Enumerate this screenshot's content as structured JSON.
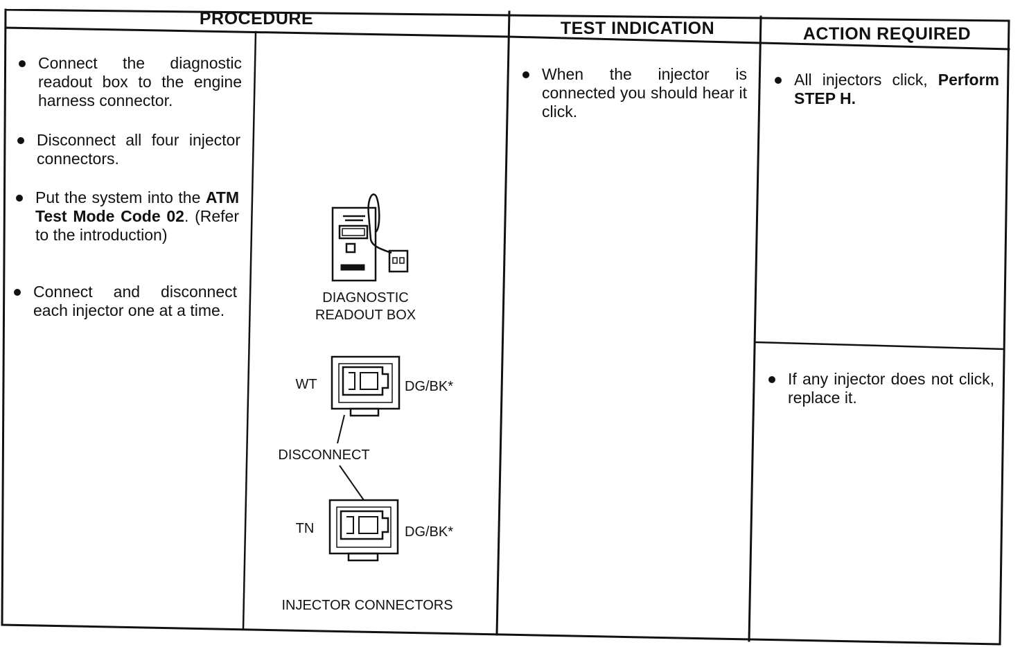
{
  "headers": {
    "procedure": "PROCEDURE",
    "test_indication": "TEST INDICATION",
    "action_required": "ACTION REQUIRED"
  },
  "procedure_steps": [
    {
      "text": "Connect the diagnostic readout box to the engine harness connector."
    },
    {
      "text": "Disconnect all four injector connectors."
    },
    {
      "pre": "Put the system into the ",
      "bold": "ATM Test Mode Code 02",
      "post": ". (Refer to the introduction)"
    },
    {
      "text": "Connect and disconnect each injector one at a time."
    }
  ],
  "diagram": {
    "readout_label_line1": "DIAGNOSTIC",
    "readout_label_line2": "READOUT BOX",
    "connector1_left": "WT",
    "connector1_right": "DG/BK*",
    "disconnect": "DISCONNECT",
    "connector2_left": "TN",
    "connector2_right": "DG/BK*",
    "connectors_caption": "INJECTOR CONNECTORS"
  },
  "test_indication": {
    "text": "When the injector is connected you should hear it click."
  },
  "actions": {
    "all_click_pre": "All injectors click, ",
    "all_click_bold": "Perform STEP H.",
    "not_click": "If any injector does not click, replace it."
  }
}
